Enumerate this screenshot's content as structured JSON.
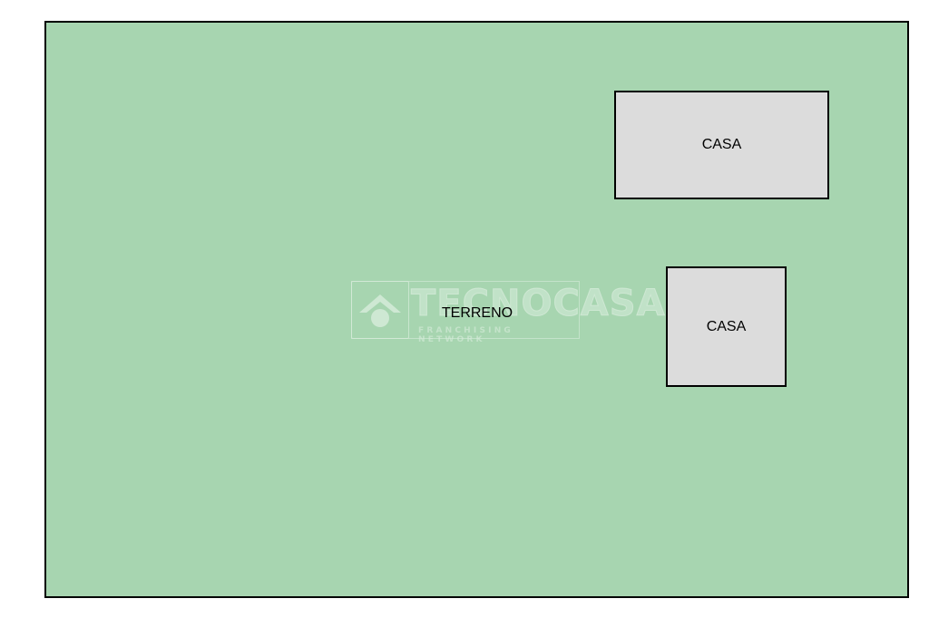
{
  "colors": {
    "land": "#a7d5b0",
    "house": "#dcdcdc",
    "outline": "#000000"
  },
  "land": {
    "label": "TERRENO"
  },
  "buildings": [
    {
      "label": "CASA"
    },
    {
      "label": "CASA"
    }
  ],
  "watermark": {
    "brand": "TECNOCASA",
    "tagline": "FRANCHISING NETWORK",
    "icon": "house-logo-icon"
  }
}
